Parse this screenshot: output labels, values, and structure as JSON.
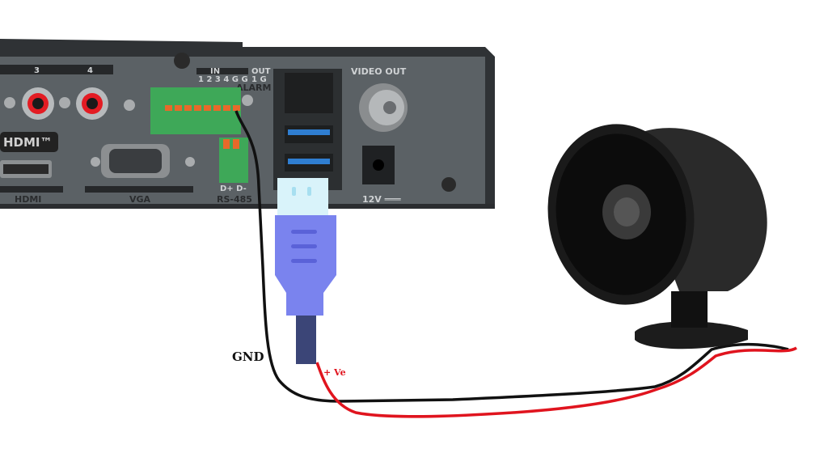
{
  "dvr": {
    "audio_labels": [
      "3",
      "4"
    ],
    "hdmi_logo": "HDMI™",
    "hdmi_label": "HDMI",
    "vga_label": "VGA",
    "alarm_in": "IN",
    "alarm_out": "OUT",
    "alarm_in_pins": "1 2 3 4 G G",
    "alarm_out_pins": "1 G",
    "alarm_label": "ALARM",
    "rs485_pins": "D+ D-",
    "rs485_label": "RS-485",
    "video_out_label": "VIDEO OUT",
    "power_label": "12V ═══"
  },
  "annotations": {
    "gnd": "GND",
    "positive": "+ Ve"
  },
  "colors": {
    "usb_head": "#d9f3fa",
    "usb_body": "#7a83ee",
    "usb_stem": "#3b4577",
    "wire_positive": "#e0141e",
    "wire_ground": "#111111"
  }
}
